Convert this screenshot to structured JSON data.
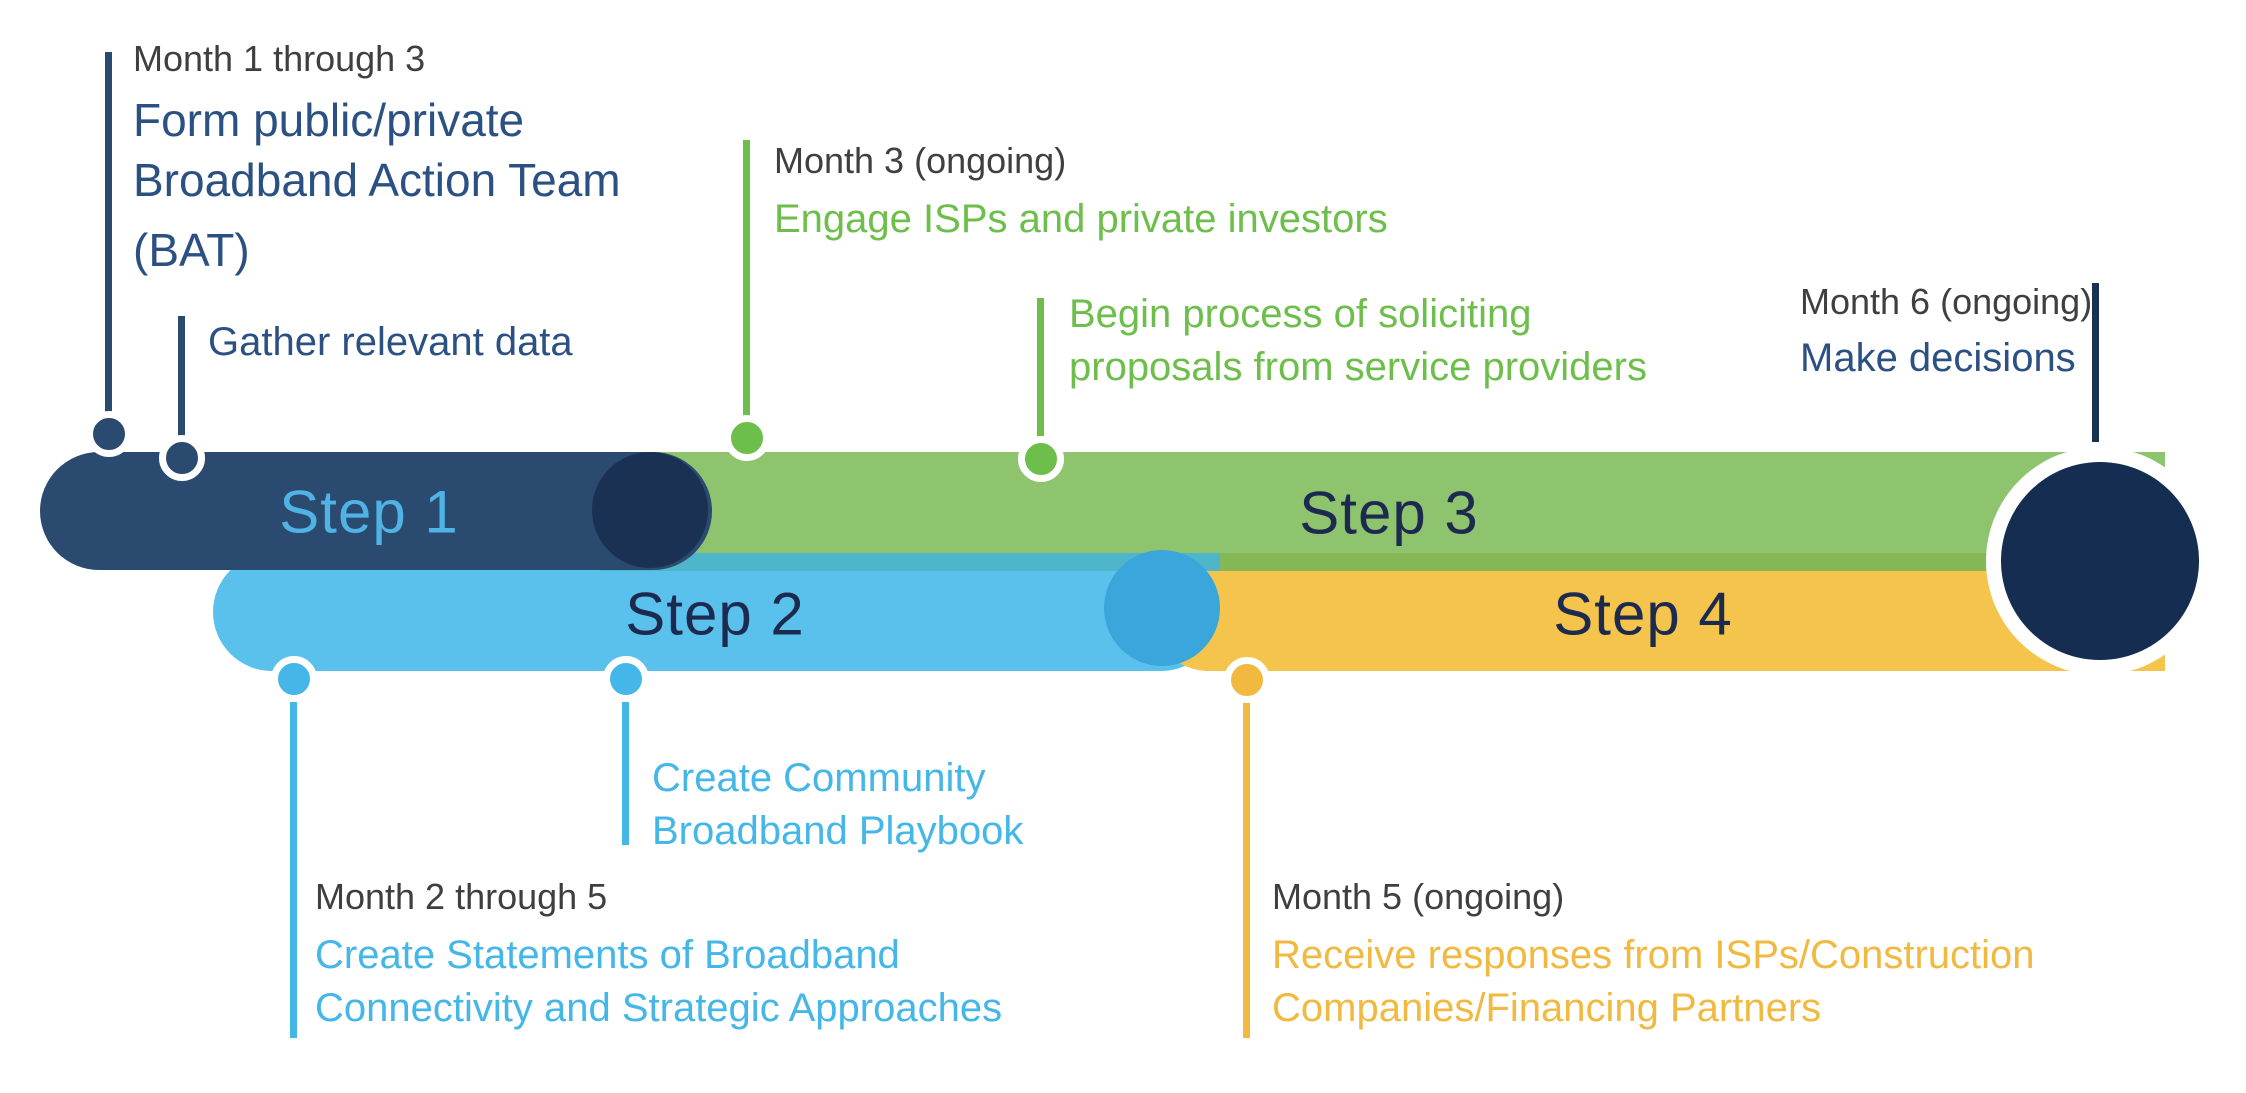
{
  "diagram": {
    "type": "timeline",
    "description": "Four-step broadband program timeline with month milestones"
  },
  "palette": {
    "step1_bar": "#2B4A6F",
    "step2_bar": "#5AC1EC",
    "step3_bar": "#8DC46D",
    "step4_bar": "#F4C44C",
    "junction_circle_dark": "#1B3154",
    "junction_circle_blue": "#3AA6DC",
    "end_circle": "#162D52",
    "overlap_teal": "#4FB5CB",
    "overlap_olive": "#85B854",
    "month_text": "#3F3F3F",
    "navy_text": "#2B5183",
    "green_text": "#6DBE4B",
    "blue_text": "#45B6E8",
    "yellow_text": "#F1B93F",
    "step1_label_text": "#4FB3E5",
    "step_label_text": "#1D2A50"
  },
  "steps": [
    {
      "label": "Step 1"
    },
    {
      "label": "Step 2"
    },
    {
      "label": "Step 3"
    },
    {
      "label": "Step 4"
    }
  ],
  "annotations": {
    "bat": {
      "month": "Month 1 through 3",
      "line1": "Form public/private",
      "line2": "Broadband Action Team",
      "line3": "(BAT)"
    },
    "gather": {
      "line1": "Gather relevant data"
    },
    "engage": {
      "month": "Month 3 (ongoing)",
      "line1": "Engage ISPs and private investors"
    },
    "solicit": {
      "line1": "Begin process of soliciting",
      "line2": "proposals from service providers"
    },
    "decide": {
      "month": "Month 6 (ongoing)",
      "line1": "Make decisions"
    },
    "playbook": {
      "line1": "Create Community",
      "line2": "Broadband Playbook"
    },
    "statements": {
      "month": "Month 2 through 5",
      "line1": "Create Statements of Broadband",
      "line2": "Connectivity and Strategic Approaches"
    },
    "responses": {
      "month": "Month 5 (ongoing)",
      "line1": "Receive responses from ISPs/Construction",
      "line2": "Companies/Financing Partners"
    }
  }
}
